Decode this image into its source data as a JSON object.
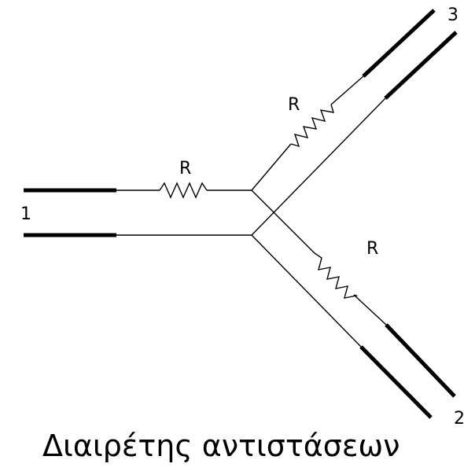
{
  "diagram": {
    "ports": {
      "port1": "1",
      "port2": "2",
      "port3": "3"
    },
    "resistors": {
      "input": "R",
      "upper": "R",
      "lower": "R"
    },
    "caption": "Διαιρέτης αντιστάσεων",
    "colors": {
      "ink": "#000000",
      "background": "#ffffff"
    }
  }
}
